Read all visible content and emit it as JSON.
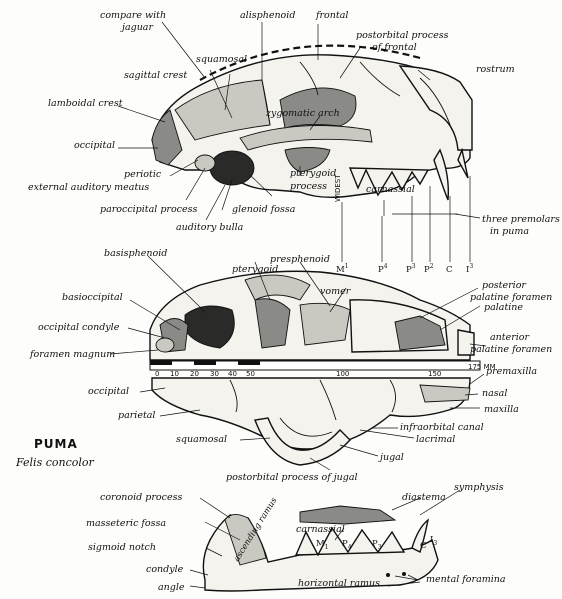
{
  "specimen": {
    "common_name": "PUMA",
    "scientific_name": "Felis concolor"
  },
  "lateral_view_labels": {
    "compare_with_jaguar": [
      "compare with",
      "jaguar"
    ],
    "squamosal": "squamosal",
    "alisphenoid": "alisphenoid",
    "frontal": "frontal",
    "postorbital_process_of_frontal": [
      "postorbital process",
      "of frontal"
    ],
    "sagittal_crest": "sagittal crest",
    "rostrum": "rostrum",
    "lambdoidal_crest": "lamboidal crest",
    "zygomatic_arch": "zygomatic arch",
    "occipital": "occipital",
    "periotic": "periotic",
    "external_auditory_meatus": "external auditory meatus",
    "paroccipital_process": "paroccipital process",
    "auditory_bulla": "auditory bulla",
    "glenoid_fossa": "glenoid fossa",
    "pterygoid_process": [
      "pterygoid",
      "process"
    ],
    "carnassial": "carnassial",
    "widest": "WIDEST",
    "three_premolars": [
      "three premolars",
      "in puma"
    ]
  },
  "teeth_upper": {
    "m1": "M",
    "m1_sup": "1",
    "p4": "P",
    "p4_sup": "4",
    "p3": "P",
    "p3_sup": "3",
    "p2": "P",
    "p2_sup": "2",
    "c": "C",
    "i3": "I",
    "i3_sup": "3"
  },
  "palatal_view_labels": {
    "basisphenoid": "basisphenoid",
    "pterygoid": "pterygoid",
    "presphenoid": "presphenoid",
    "posterior_palatine_foramen": [
      "posterior",
      "palatine foramen"
    ],
    "basioccipital": "basioccipital",
    "vomer": "vomer",
    "palatine": "palatine",
    "occipital_condyle": "occipital condyle",
    "anterior_palatine_foramen": [
      "anterior",
      "palatine foramen"
    ],
    "foramen_magnum": "foramen magnum"
  },
  "scale_bar": {
    "ticks": [
      "0",
      "10",
      "20",
      "30",
      "40",
      "50",
      "100",
      "150",
      "175 MM"
    ]
  },
  "dorsal_view_labels": {
    "premaxilla": "premaxilla",
    "occipital": "occipital",
    "nasal": "nasal",
    "maxilla": "maxilla",
    "parietal": "parietal",
    "infraorbital_canal": "infraorbital canal",
    "squamosal": "squamosal",
    "lacrimal": "lacrimal",
    "jugal": "jugal",
    "postorbital_process_of_jugal": "postorbital process of jugal"
  },
  "mandible_labels": {
    "coronoid_process": "coronoid process",
    "diastema": "diastema",
    "symphysis": "symphysis",
    "masseteric_fossa": "masseteric fossa",
    "ascending_ramus": "ascending ramus",
    "carnassial": "carnassial",
    "sigmoid_notch": "sigmoid notch",
    "condyle": "condyle",
    "angle": "angle",
    "horizontal_ramus": "horizontal ramus",
    "mental_foramina": "mental foramina"
  },
  "teeth_lower": {
    "m1": "M",
    "m1_sub": "1",
    "p4": "P",
    "p4_sub": "4",
    "p3": "P",
    "p3_sub": "3",
    "c": "C",
    "i3": "I",
    "i3_sub": "3"
  }
}
